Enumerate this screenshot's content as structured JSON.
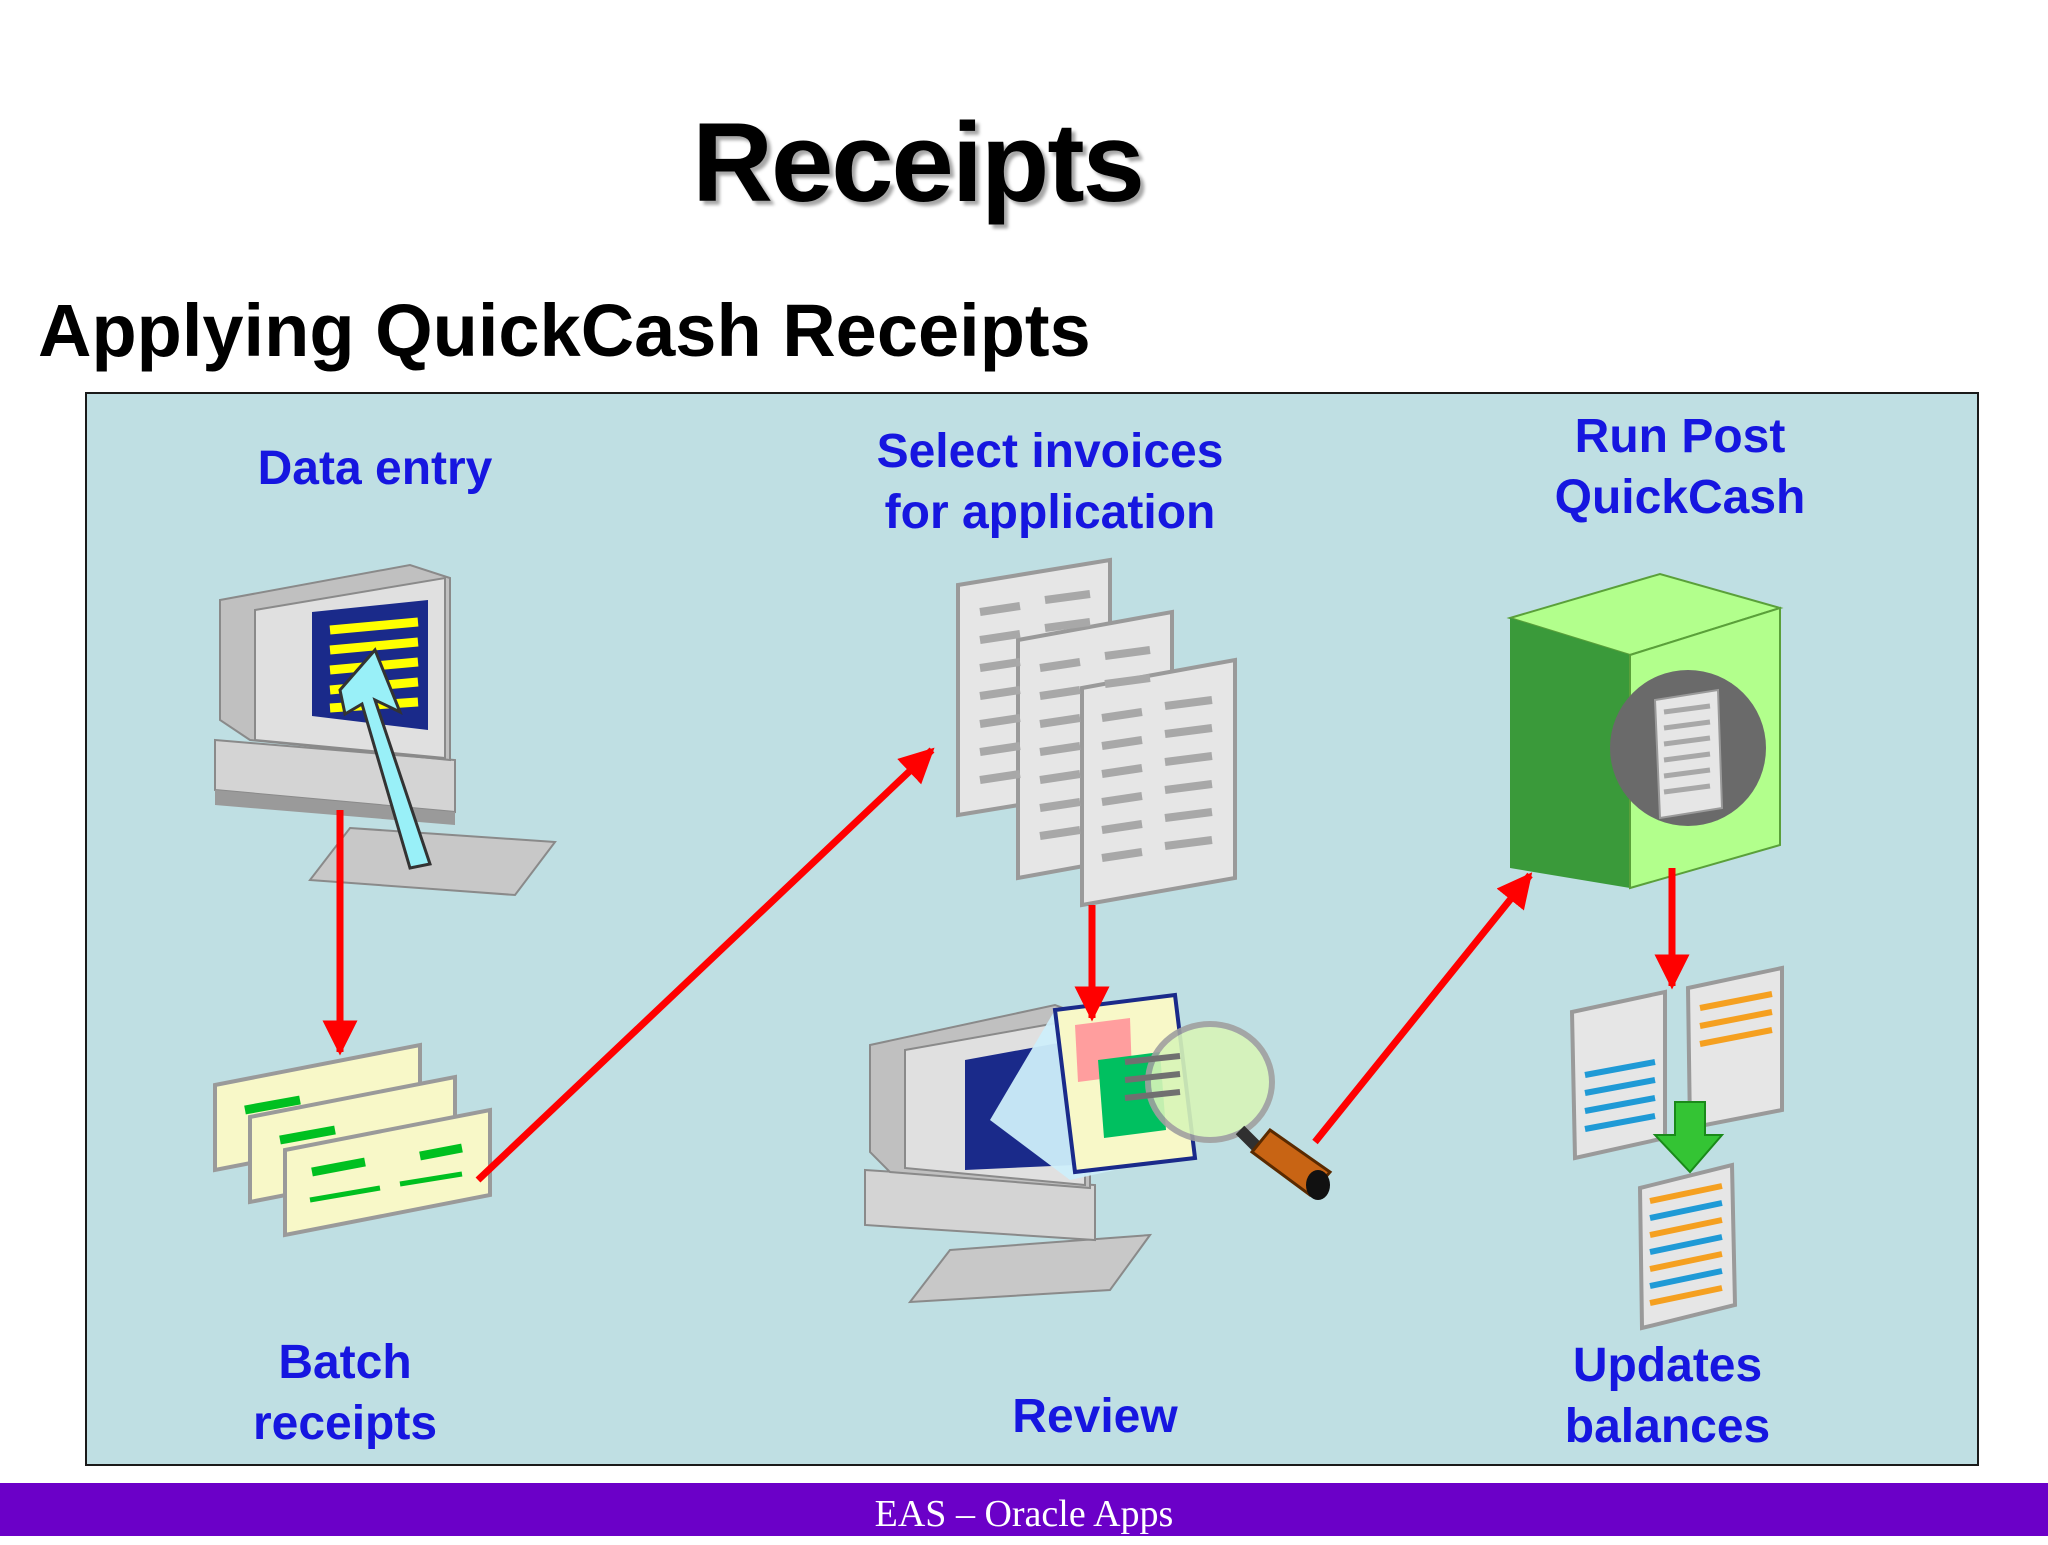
{
  "slide": {
    "title": "Receipts",
    "subtitle": "Applying QuickCash Receipts",
    "footer": "EAS – Oracle Apps"
  },
  "diagram": {
    "steps": [
      {
        "id": "data-entry",
        "lines": [
          "Data entry"
        ]
      },
      {
        "id": "batch-receipts",
        "lines": [
          "Batch",
          "receipts"
        ]
      },
      {
        "id": "select-invoices",
        "lines": [
          "Select invoices",
          "for application"
        ]
      },
      {
        "id": "review",
        "lines": [
          "Review"
        ]
      },
      {
        "id": "run-post-quickcash",
        "lines": [
          "Run Post",
          "QuickCash"
        ]
      },
      {
        "id": "updates-balances",
        "lines": [
          "Updates",
          "balances"
        ]
      }
    ],
    "flow": [
      {
        "from": "data-entry",
        "to": "batch-receipts"
      },
      {
        "from": "batch-receipts",
        "to": "select-invoices"
      },
      {
        "from": "select-invoices",
        "to": "review"
      },
      {
        "from": "review",
        "to": "run-post-quickcash"
      },
      {
        "from": "run-post-quickcash",
        "to": "updates-balances"
      }
    ]
  },
  "colors": {
    "panel_background": "#bfdfe3",
    "label_text": "#1616e0",
    "arrow": "#ff0000",
    "footer_bar": "#6b00c8"
  },
  "icons": [
    "computer-icon",
    "receipts-icon",
    "invoices-icon",
    "review-computer-icon",
    "quickcash-box-icon",
    "balances-documents-icon"
  ]
}
